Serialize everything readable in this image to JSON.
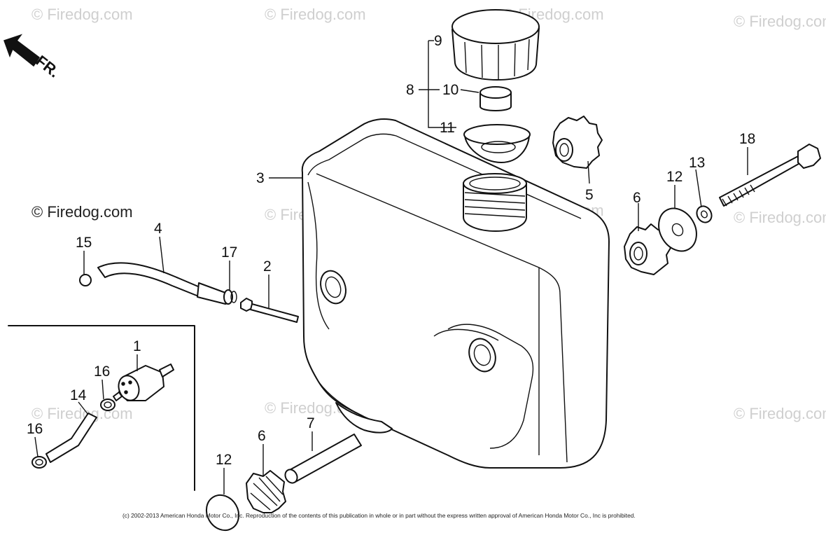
{
  "direction_label": "FR.",
  "watermarks": [
    "© Firedog.com"
  ],
  "copyright": "(c) 2002-2013 American Honda Motor Co., Inc. Reproduction of the contents of this publication in whole or in part without the express written approval of American Honda Motor Co., Inc is prohibited.",
  "callouts": {
    "c1": "1",
    "c2": "2",
    "c3": "3",
    "c4": "4",
    "c5": "5",
    "c6a": "6",
    "c6b": "6",
    "c7": "7",
    "c8": "8",
    "c9": "9",
    "c10": "10",
    "c11": "11",
    "c12a": "12",
    "c12b": "12",
    "c13": "13",
    "c14": "14",
    "c15": "15",
    "c16a": "16",
    "c16b": "16",
    "c17": "17",
    "c18": "18"
  }
}
